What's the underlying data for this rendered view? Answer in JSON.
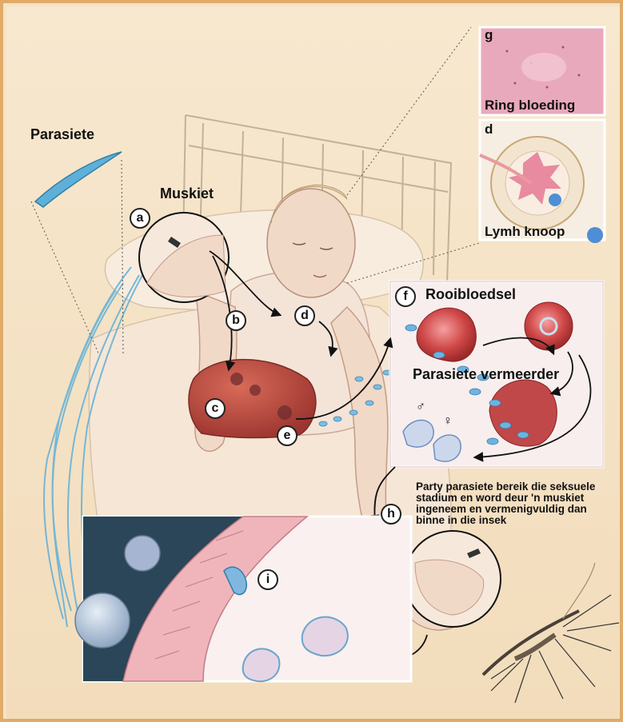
{
  "labels": {
    "parasiete": "Parasiete",
    "muskiet": "Muskiet",
    "ring_bloeding": "Ring bloeding",
    "lymh_knoop": "Lymh knoop",
    "rooibloedsel": "Rooibloedsel",
    "parasiete_vermeerder": "Parasiete vermeerder",
    "sexual_stage_text": "Party parasiete bereik die seksuele stadium en word deur 'n muskiet ingeneem en vermenigvuldig dan binne in die insek"
  },
  "markers": {
    "a": "a",
    "b": "b",
    "c": "c",
    "d": "d",
    "d2": "d",
    "e": "e",
    "f": "f",
    "g": "g",
    "h": "h",
    "i": "i"
  },
  "symbols": {
    "male": "♂",
    "female": "♀"
  },
  "colors": {
    "border": "#e0ab68",
    "background": "#f5e3c4",
    "parasite_blue": "#5fb0d8",
    "blood_red": "#c0393b",
    "liver": "#b8433a",
    "tissue_pink": "#e8a0a8",
    "skin": "#f1d9c8"
  }
}
